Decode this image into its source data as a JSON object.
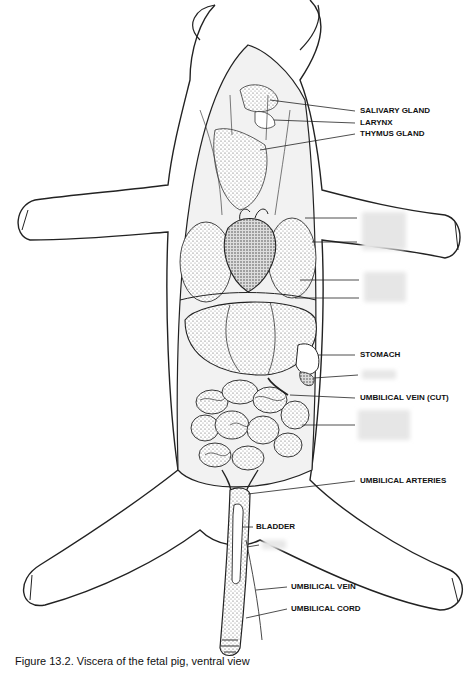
{
  "diagram": {
    "caption": "Figure 13.2. Viscera of the fetal pig, ventral view",
    "labels": [
      "SALIVARY GLAND",
      "LARYNX",
      "THYMUS GLAND",
      "STOMACH",
      "UMBILICAL VEIN (CUT)",
      "UMBILICAL ARTERIES",
      "BLADDER",
      "UMBILICAL VEIN",
      "UMBILICAL CORD"
    ]
  }
}
